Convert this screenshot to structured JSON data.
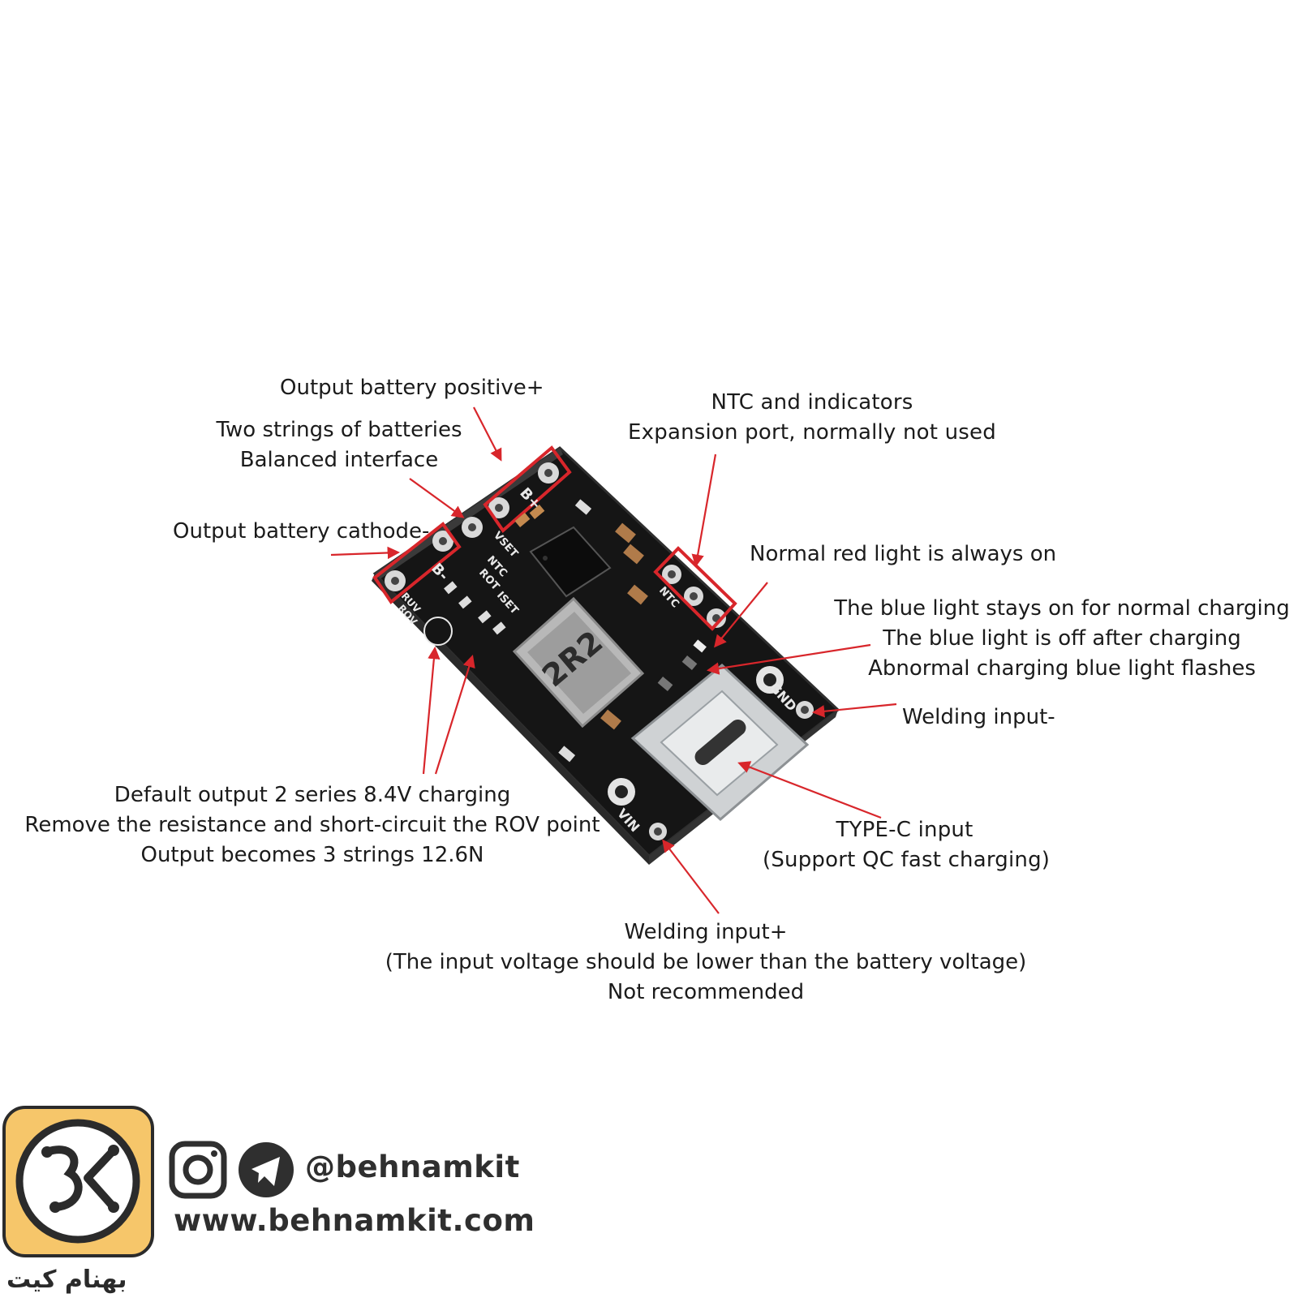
{
  "labels": {
    "battery_positive": "Output battery positive+",
    "balanced": [
      "Two strings of batteries",
      "Balanced interface"
    ],
    "cathode": "Output battery cathode-",
    "ntc": [
      "NTC and indicators",
      "Expansion port, normally not used"
    ],
    "red_light": "Normal red light is always on",
    "blue_light": [
      "The blue light stays on for normal charging",
      "The blue light is off after charging",
      "Abnormal charging blue light flashes"
    ],
    "welding_minus": "Welding input-",
    "default_output": [
      "Default output 2 series 8.4V charging",
      "Remove the resistance and short-circuit the ROV point",
      "Output becomes 3 strings 12.6N"
    ],
    "typec": [
      "TYPE-C input",
      "(Support QC fast charging)"
    ],
    "welding_plus": [
      "Welding input+",
      "(The input voltage should be lower than the battery voltage)",
      "Not recommended"
    ]
  },
  "board_silkscreen": {
    "b_minus": "B-",
    "b_plus": "B+",
    "vset": "VSET",
    "ntc_small": "NTC",
    "rot": "ROT",
    "iset": "ISET",
    "ruv": "RUV",
    "rov": "ROV",
    "ntc_pad": "NTC",
    "gnd": "GND",
    "vin": "VIN",
    "inductor": "2R2"
  },
  "brand": {
    "logo_text": "BK",
    "handle": "@behnamkit",
    "website": "www.behnamkit.com",
    "persian_name": "بهنام کیت"
  },
  "colors": {
    "pcb": "#141414",
    "annotation": "#d8262b",
    "logo_fill": "#f6c66a",
    "logo_dark": "#2b2b2b"
  }
}
